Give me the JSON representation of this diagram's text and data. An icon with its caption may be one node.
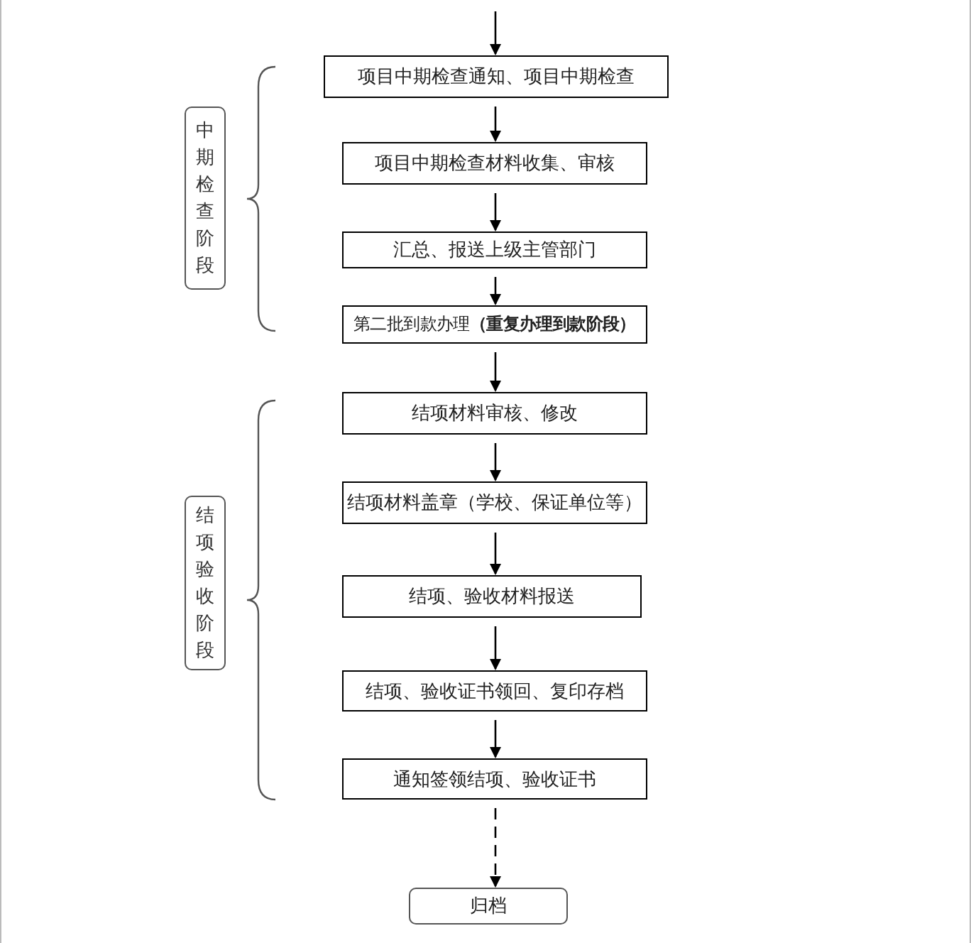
{
  "diagram": {
    "nodes": [
      {
        "text": [
          "中期检查阶段"
        ]
      },
      {
        "text": [
          "项目中期检查通知、项目中期检查"
        ]
      },
      {
        "text": [
          "项目中期检查材料收集、审核"
        ]
      },
      {
        "text": [
          "汇总、报送上级主管部门"
        ]
      },
      {
        "text": [
          "第二批到款办理**（重复办理到款阶段）**"
        ]
      },
      {
        "text": [
          "结项验收阶段"
        ]
      },
      {
        "text": [
          "结项材料审核、修改"
        ]
      },
      {
        "text": [
          "结项材料盖章（学校、保证单位等）"
        ]
      },
      {
        "text": [
          "结项、验收材料报送"
        ]
      },
      {
        "text": [
          "结项、验收证书领回、复印存档"
        ]
      },
      {
        "text": [
          "通知签领结项、验收证书"
        ]
      },
      {
        "text": [
          "归档"
        ]
      }
    ],
    "edges": [
      {
        "from": null,
        "to": 1,
        "arrow": "to"
      },
      {
        "from": 1,
        "to": 2,
        "arrow": "to"
      },
      {
        "from": 2,
        "to": 3,
        "arrow": "to"
      },
      {
        "from": 3,
        "to": 4,
        "arrow": "to"
      },
      {
        "from": 4,
        "to": 6,
        "arrow": "to"
      },
      {
        "from": 6,
        "to": 7,
        "arrow": "to"
      },
      {
        "from": 7,
        "to": 8,
        "arrow": "to"
      },
      {
        "from": 8,
        "to": 9,
        "arrow": "to"
      },
      {
        "from": 9,
        "to": 10,
        "arrow": "to"
      },
      {
        "from": 10,
        "to": 11,
        "arrow": "to",
        "style": "dashed"
      }
    ]
  }
}
